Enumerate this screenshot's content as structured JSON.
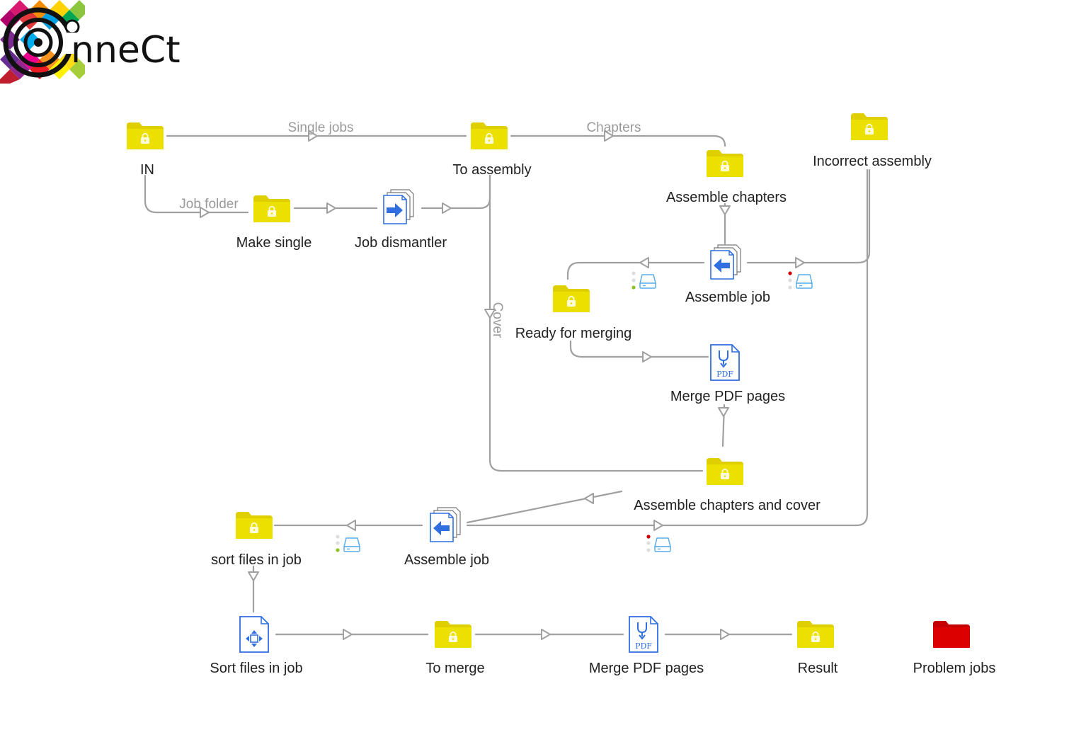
{
  "logo": {
    "text": "nneCt",
    "icon": "connect-logo-icon"
  },
  "colors": {
    "folder": "#e8d800",
    "folder_light": "#f3e600",
    "problem_folder": "#dd0000",
    "connection": "#a0a0a0",
    "app_icon": "#2f6fe0",
    "status_green": "#8dc21f",
    "status_red": "#cc0000"
  },
  "nodes": {
    "in": {
      "label": "IN",
      "icon": "folder-icon"
    },
    "to_assembly": {
      "label": "To assembly",
      "icon": "folder-icon"
    },
    "make_single": {
      "label": "Make single",
      "icon": "folder-icon"
    },
    "job_dismantler": {
      "label": "Job dismantler",
      "icon": "job-dismantler-icon"
    },
    "assemble_chapters": {
      "label": "Assemble chapters",
      "icon": "folder-icon"
    },
    "incorrect_assembly": {
      "label": "Incorrect assembly",
      "icon": "folder-icon"
    },
    "assemble_job_1": {
      "label": "Assemble job",
      "icon": "assemble-job-icon"
    },
    "ready_for_merging": {
      "label": "Ready for merging",
      "icon": "folder-icon"
    },
    "merge_pdf_1": {
      "label": "Merge PDF pages",
      "icon": "merge-pdf-icon"
    },
    "assemble_chapters_cover": {
      "label": "Assemble chapters and cover",
      "icon": "folder-icon"
    },
    "assemble_job_2": {
      "label": "Assemble job",
      "icon": "assemble-job-icon"
    },
    "sort_files_folder": {
      "label": "sort files in job",
      "icon": "folder-icon"
    },
    "sort_files_tool": {
      "label": "Sort files in job",
      "icon": "sort-files-icon"
    },
    "to_merge": {
      "label": "To merge",
      "icon": "folder-icon"
    },
    "merge_pdf_2": {
      "label": "Merge PDF pages",
      "icon": "merge-pdf-icon"
    },
    "result": {
      "label": "Result",
      "icon": "folder-icon"
    },
    "problem_jobs": {
      "label": "Problem jobs",
      "icon": "problem-folder-icon"
    }
  },
  "connections": {
    "single_jobs": {
      "label": "Single jobs"
    },
    "chapters": {
      "label": "Chapters"
    },
    "job_folder": {
      "label": "Job folder"
    },
    "cover": {
      "label": "Cover"
    }
  },
  "pdf_badge": "PDF"
}
